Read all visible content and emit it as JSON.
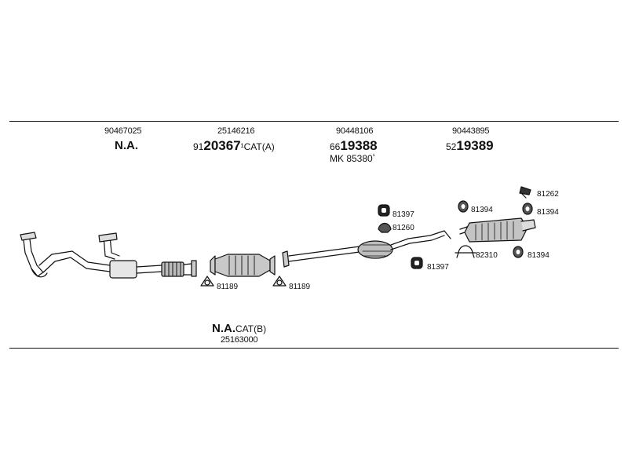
{
  "columns": [
    {
      "part_no": "90467025",
      "label": "N.A."
    },
    {
      "part_no": "25146216",
      "code_prefix": "91",
      "code_main": "20367",
      "suffix": "¹CAT(A)"
    },
    {
      "part_no": "90448106",
      "code_prefix": "66",
      "code_main": "19388",
      "extra": "MK  85380",
      "extra_sup": "¹"
    },
    {
      "part_no": "90443895",
      "code_prefix": "52",
      "code_main": "19389"
    }
  ],
  "bottom": {
    "label": "N.A.",
    "label_suffix": "CAT(B)",
    "part_no": "25163000"
  },
  "callouts": {
    "gasket_left": "81189",
    "gasket_right": "81189",
    "hanger_top": "81397",
    "clamp_mid": "81260",
    "hanger_bottom": "81397",
    "ring_a": "81394",
    "clip": "81262",
    "ring_b": "81394",
    "clamp_rear": "82310",
    "ring_c": "81394"
  }
}
